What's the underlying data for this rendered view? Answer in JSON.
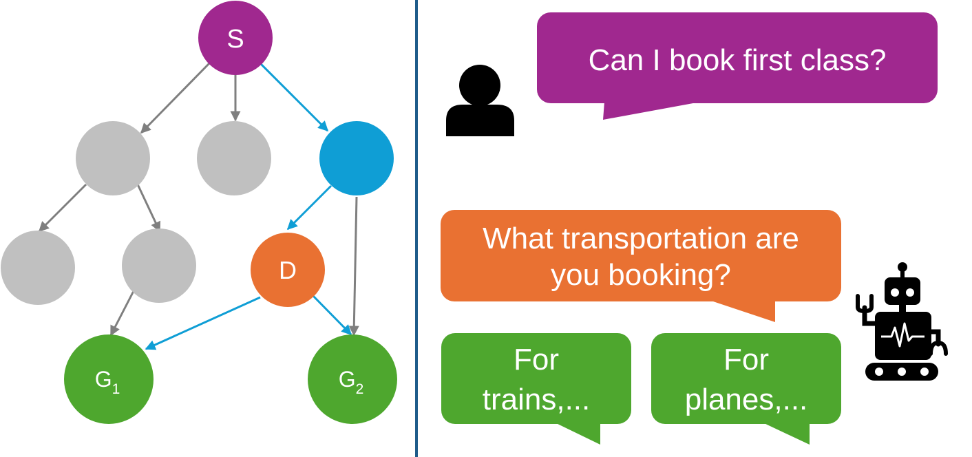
{
  "graph": {
    "nodes": {
      "start": {
        "label": "S"
      },
      "decision": {
        "label": "D"
      },
      "goal1": {
        "label": "G",
        "sub": "1"
      },
      "goal2": {
        "label": "G",
        "sub": "2"
      }
    }
  },
  "chat": {
    "user_message": "Can I book first class?",
    "assistant_question_line1": "What transportation are",
    "assistant_question_line2": "you booking?",
    "option_trains_line1": "For",
    "option_trains_line2": "trains,...",
    "option_planes_line1": "For",
    "option_planes_line2": "planes,..."
  },
  "colors": {
    "purple": "#A0288F",
    "blue": "#0F9ED5",
    "orange": "#E97132",
    "green": "#4EA72E",
    "gray_node": "#C0C0C0",
    "gray_edge": "#7F7F7F",
    "divider": "#1F5C8A"
  },
  "icons": {
    "user": "user-icon",
    "robot": "robot-icon"
  }
}
